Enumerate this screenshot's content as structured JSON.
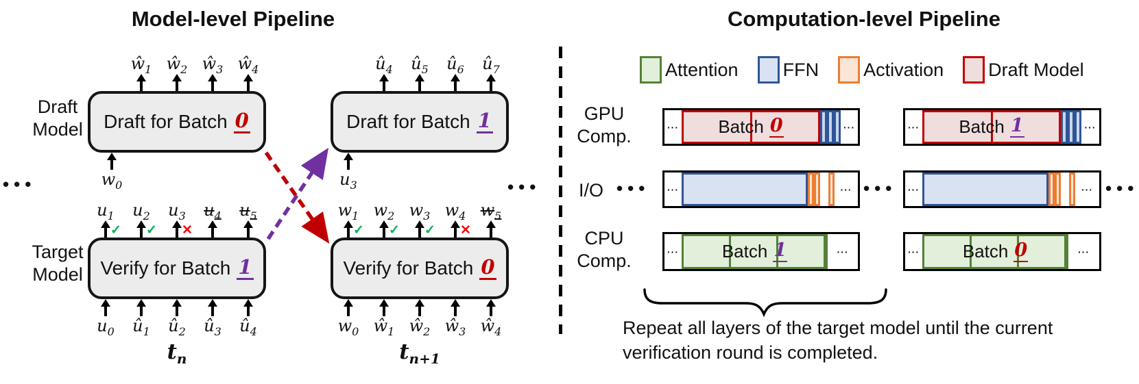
{
  "colors": {
    "accent_red": "#C00000",
    "accent_purple": "#7030A0",
    "check_green": "#00B050",
    "cross_red": "#FF0000",
    "attention_border": "#538135",
    "attention_fill": "#E2EFDA",
    "ffn_border": "#2F5597",
    "ffn_fill": "#D9E2F3",
    "activation_border": "#ED7D31",
    "activation_fill": "#FBE5D6",
    "draft_model_border": "#C00000",
    "draft_model_fill": "#F0DDDD",
    "model_box_fill": "#ECECEC"
  },
  "left": {
    "title": "Model-level Pipeline",
    "draft_label_1": "Draft",
    "draft_label_2": "Model",
    "target_label_1": "Target",
    "target_label_2": "Model",
    "ellipsis": "•••",
    "t_n": {
      "base": "t",
      "sub": "n"
    },
    "t_n1": {
      "base": "t",
      "sub": "n+1"
    },
    "draft0": {
      "label": "Draft for Batch",
      "num": "0",
      "outputs": [
        {
          "b": "ŵ",
          "s": "1"
        },
        {
          "b": "ŵ",
          "s": "2"
        },
        {
          "b": "ŵ",
          "s": "3"
        },
        {
          "b": "ŵ",
          "s": "4"
        }
      ],
      "input": {
        "b": "w",
        "s": "0"
      }
    },
    "draft1": {
      "label": "Draft for Batch",
      "num": "1",
      "outputs": [
        {
          "b": "û",
          "s": "4"
        },
        {
          "b": "û",
          "s": "5"
        },
        {
          "b": "û",
          "s": "6"
        },
        {
          "b": "û",
          "s": "7"
        }
      ],
      "input": {
        "b": "u",
        "s": "3"
      }
    },
    "verify1": {
      "label": "Verify for Batch",
      "num": "1",
      "outputs": [
        {
          "b": "u",
          "s": "1",
          "mark": "✓"
        },
        {
          "b": "u",
          "s": "2",
          "mark": "✓"
        },
        {
          "b": "u",
          "s": "3",
          "mark": "✕"
        },
        {
          "b": "u",
          "s": "4",
          "mark": ""
        },
        {
          "b": "u",
          "s": "5",
          "mark": ""
        }
      ],
      "inputs": [
        {
          "b": "u",
          "s": "0"
        },
        {
          "b": "û",
          "s": "1"
        },
        {
          "b": "û",
          "s": "2"
        },
        {
          "b": "û",
          "s": "3"
        },
        {
          "b": "û",
          "s": "4"
        }
      ]
    },
    "verify0": {
      "label": "Verify for Batch",
      "num": "0",
      "outputs": [
        {
          "b": "w",
          "s": "1",
          "mark": "✓"
        },
        {
          "b": "w",
          "s": "2",
          "mark": "✓"
        },
        {
          "b": "w",
          "s": "3",
          "mark": "✓"
        },
        {
          "b": "w",
          "s": "4",
          "mark": "✕"
        },
        {
          "b": "w",
          "s": "5",
          "mark": ""
        }
      ],
      "inputs": [
        {
          "b": "w",
          "s": "0"
        },
        {
          "b": "ŵ",
          "s": "1"
        },
        {
          "b": "ŵ",
          "s": "2"
        },
        {
          "b": "ŵ",
          "s": "3"
        },
        {
          "b": "ŵ",
          "s": "4"
        }
      ]
    }
  },
  "right": {
    "title": "Computation-level Pipeline",
    "legend": [
      {
        "label": "Attention"
      },
      {
        "label": "FFN"
      },
      {
        "label": "Activation"
      },
      {
        "label": "Draft Model"
      }
    ],
    "gpu_label_1": "GPU",
    "gpu_label_2": "Comp.",
    "io_label": "I/O",
    "cpu_label_1": "CPU",
    "cpu_label_2": "Comp.",
    "gpu1": {
      "label": "Batch",
      "num": "0"
    },
    "gpu2": {
      "label": "Batch",
      "num": "1"
    },
    "cpu1": {
      "label": "Batch",
      "num": "1"
    },
    "cpu2": {
      "label": "Batch",
      "num": "0"
    },
    "seg_dots": "···",
    "ellipsis": "•••",
    "caption_line1": "Repeat all layers of the target model until the current",
    "caption_line2": "verification round is completed."
  }
}
